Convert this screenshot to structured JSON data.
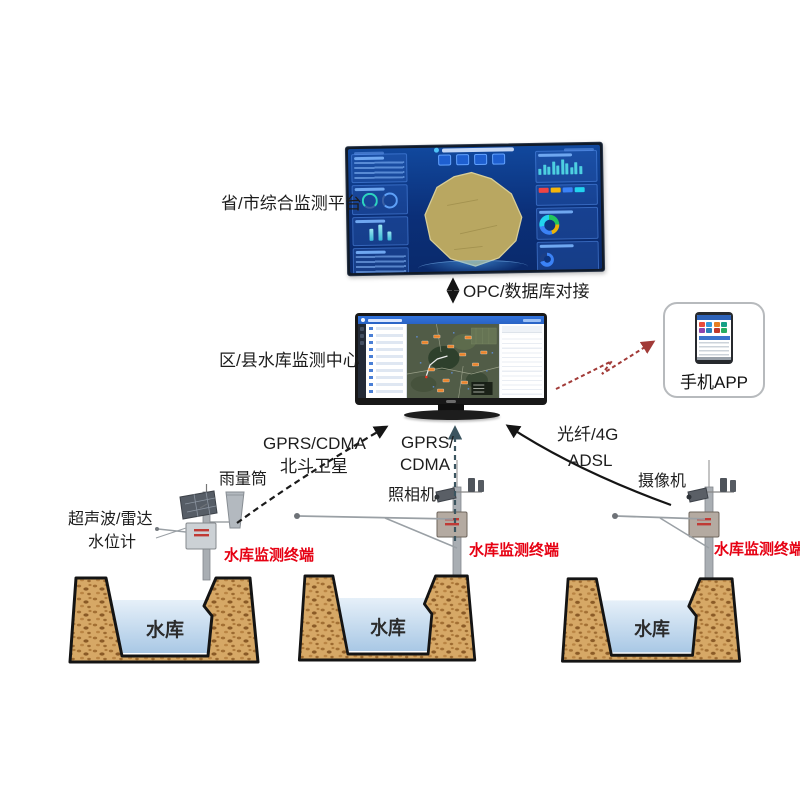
{
  "labels": {
    "platform": "省/市综合监测平台",
    "opc": "OPC/数据库对接",
    "center": "区/县水库监测中心",
    "phone_app": "手机APP",
    "link_left_1": "GPRS/CDMA",
    "link_left_2": "北斗卫星",
    "link_mid_1": "GPRS/",
    "link_mid_2": "CDMA",
    "link_right_1": "光纤/4G",
    "link_right_2": "ADSL",
    "rain_gauge": "雨量筒",
    "water_level_1": "超声波/雷达",
    "water_level_2": "水位计",
    "photo_camera": "照相机",
    "video_camera": "摄像机",
    "terminal": "水库监测终端",
    "reservoir": "水库"
  },
  "colors": {
    "terminal_text": "#e60012",
    "red_link_arrow": "#a23b38",
    "dashed_link_arrow": "#1a1a1a",
    "dashboard_blue": "#0b2f78",
    "dashboard_map_tan": "#b9a761",
    "monitor_map_green": "#515c47",
    "monitor_marker_orange": "#e8822a",
    "reservoir_earth": "#d6a866",
    "reservoir_water": "#bcd6ec"
  }
}
